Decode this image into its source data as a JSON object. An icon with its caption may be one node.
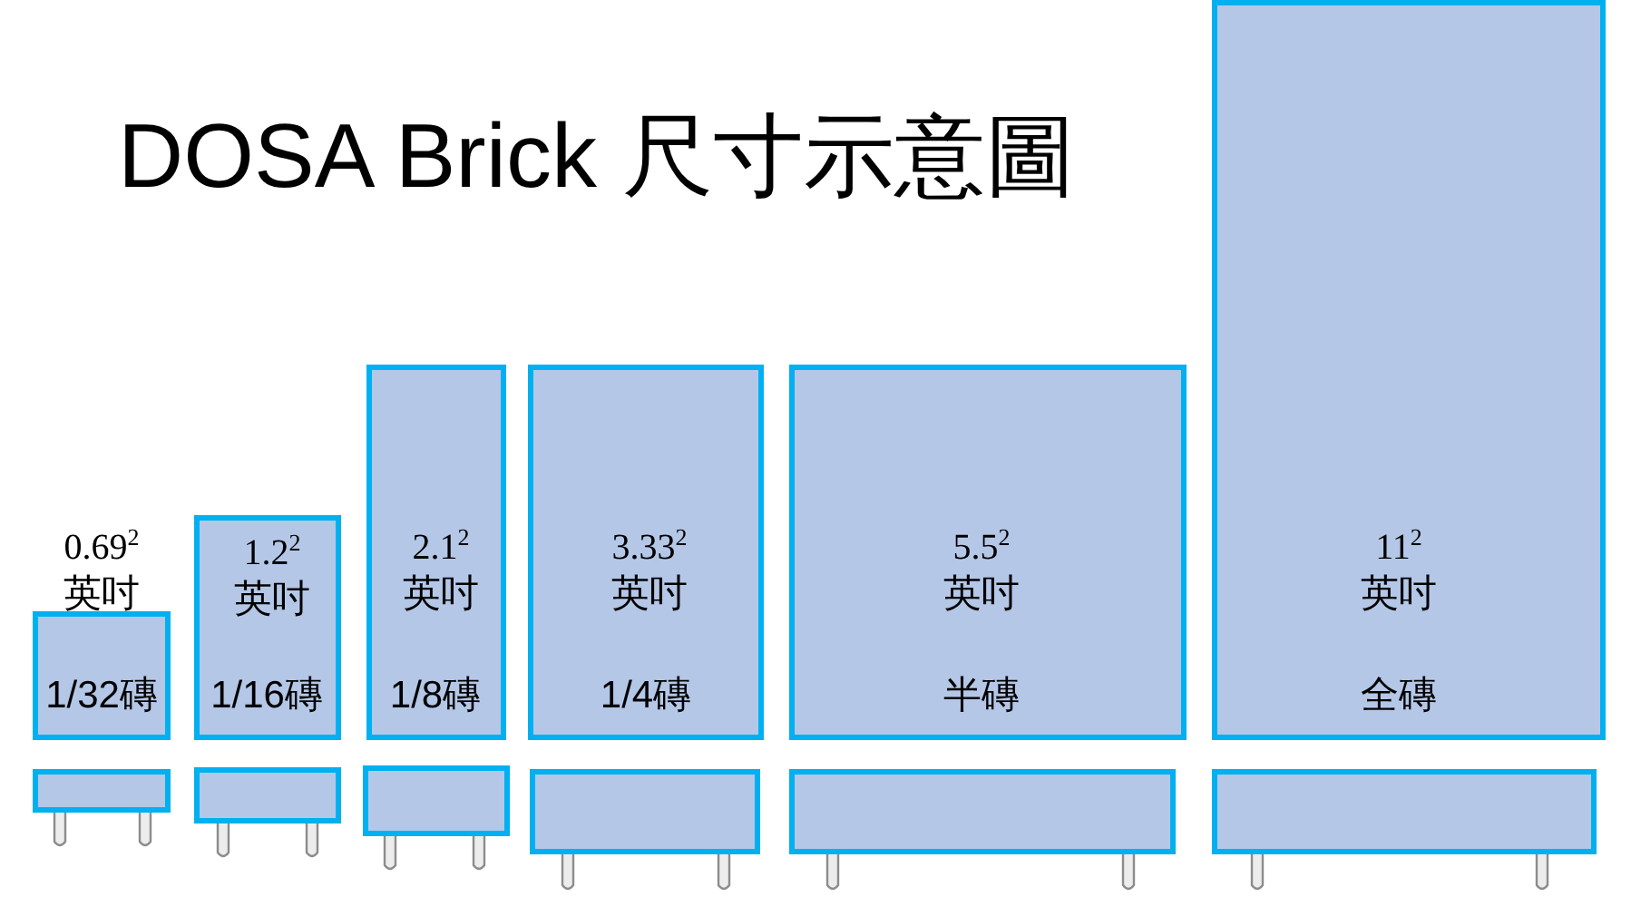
{
  "diagram": {
    "title": "DOSA Brick 尺寸示意圖",
    "nodes": [
      {
        "text": [
          "0.69$^{2}$ 英吋",
          "1/32磚"
        ]
      },
      {
        "text": [
          "1.2$^{2}$ 英吋",
          "1/16磚"
        ]
      },
      {
        "text": [
          "2.1$^{2}$ 英吋",
          "1/8磚"
        ]
      },
      {
        "text": [
          "3.33$^{2}$ 英吋",
          "1/4磚"
        ]
      },
      {
        "text": [
          "5.5$^{2}$ 英吋",
          "半磚"
        ]
      },
      {
        "text": [
          "11$^{2}$ 英吋",
          "全磚"
        ]
      },
      {
        "text": [],
        "shape": "box"
      },
      {
        "text": [],
        "shape": "box"
      },
      {
        "text": [],
        "shape": "box"
      },
      {
        "text": [],
        "shape": "box"
      },
      {
        "text": [],
        "shape": "box"
      },
      {
        "text": [],
        "shape": "box"
      }
    ]
  }
}
